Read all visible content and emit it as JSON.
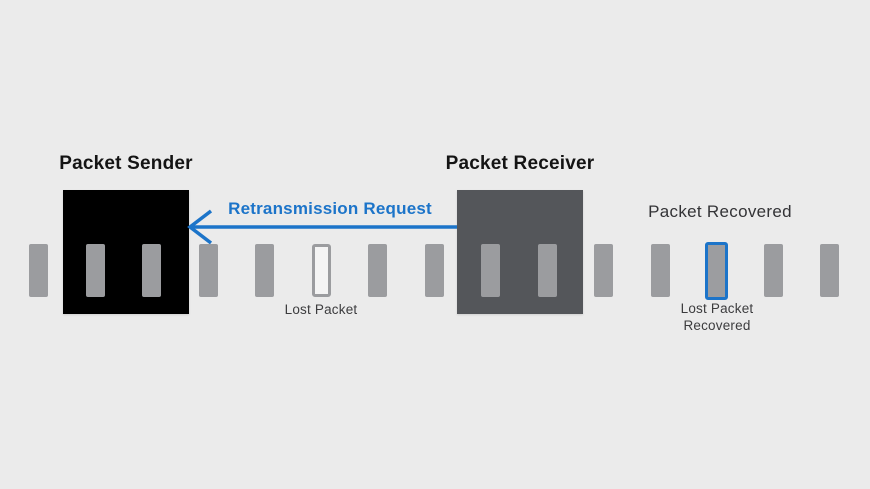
{
  "diagram": {
    "description": "Packet retransmission diagram"
  },
  "colors": {
    "background": "#ebebeb",
    "accent_blue": "#1c74c9",
    "packet_gray": "#9b9c9f",
    "sender_black": "#000000",
    "receiver_gray": "#54565a"
  },
  "sender": {
    "title": "Packet Sender"
  },
  "receiver": {
    "title": "Packet Receiver"
  },
  "arrow": {
    "label": "Retransmission Request"
  },
  "labels": {
    "lost_packet": "Lost Packet",
    "packet_recovered": "Packet Recovered",
    "lost_packet_recovered": "Lost Packet Recovered"
  },
  "packet_strip": {
    "states": [
      "normal",
      "normal",
      "normal",
      "normal",
      "normal",
      "lost",
      "normal",
      "normal",
      "normal",
      "normal",
      "normal",
      "normal",
      "recovered",
      "normal",
      "normal"
    ]
  }
}
